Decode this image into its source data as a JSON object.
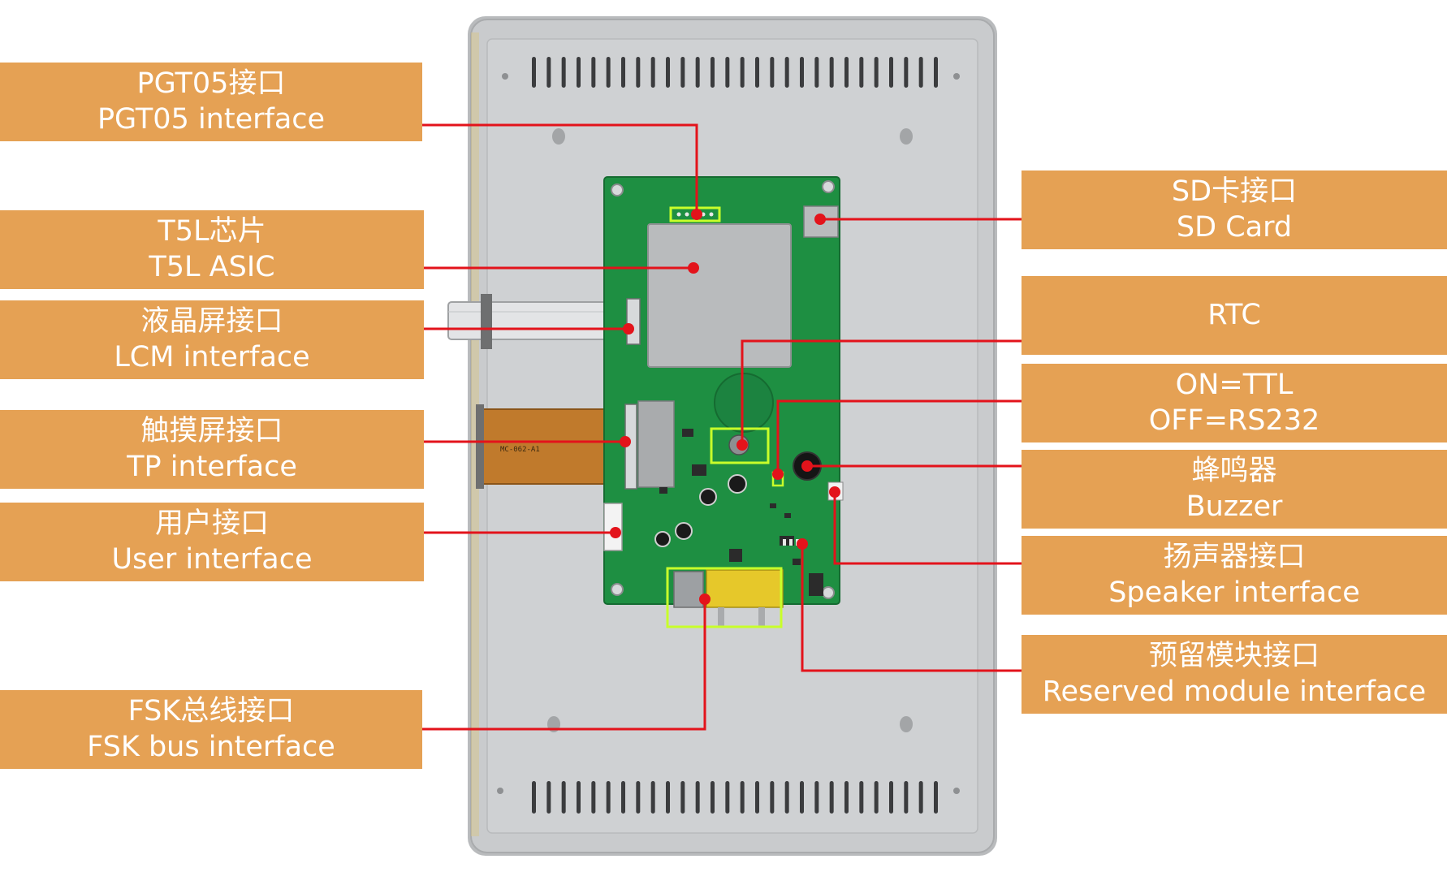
{
  "colors": {
    "label_bg": "#e5a154",
    "label_text": "#ffffff",
    "leader_line": "#e3131b",
    "pcb": "#1e8f42",
    "highlight": "#c8ff2a",
    "enclosure": "#c7c9cb"
  },
  "labels": {
    "pgt05": {
      "cn": "PGT05接口",
      "en": "PGT05 interface"
    },
    "t5l": {
      "cn": "T5L芯片",
      "en": "T5L ASIC"
    },
    "lcm": {
      "cn": "液晶屏接口",
      "en": "LCM interface"
    },
    "tp": {
      "cn": "触摸屏接口",
      "en": "TP interface"
    },
    "user": {
      "cn": "用户接口",
      "en": "User interface"
    },
    "fsk": {
      "cn": "FSK总线接口",
      "en": "FSK bus interface"
    },
    "sd": {
      "cn": "SD卡接口",
      "en": "SD Card"
    },
    "rtc": {
      "en": "RTC"
    },
    "ttl": {
      "line1": "ON=TTL",
      "line2": "OFF=RS232"
    },
    "buzzer": {
      "cn": "蜂鸣器",
      "en": "Buzzer"
    },
    "speaker": {
      "cn": "扬声器接口",
      "en": "Speaker interface"
    },
    "reserved": {
      "cn": "预留模块接口",
      "en": "Reserved module interface"
    }
  },
  "board_markings": {
    "fpc_code": "MC-062-A1"
  }
}
